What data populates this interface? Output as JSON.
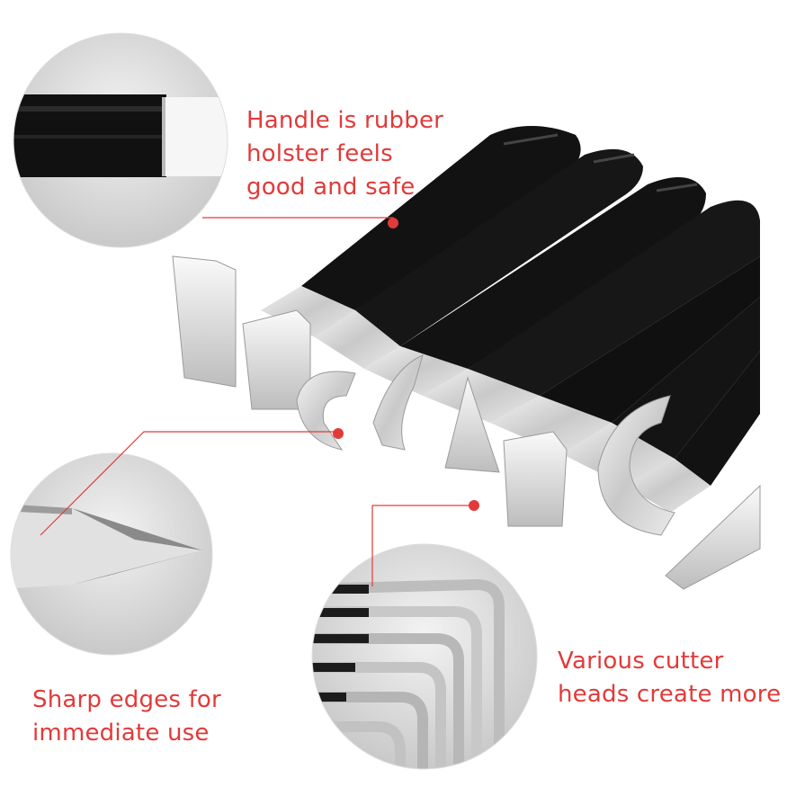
{
  "captions": {
    "handle": {
      "line1": "Handle is rubber",
      "line2": "holster feels",
      "line3": "good and safe"
    },
    "edges": {
      "line1": "Sharp edges for",
      "line2": "immediate use"
    },
    "heads": {
      "line1": "Various cutter",
      "line2": "heads create more"
    }
  },
  "colors": {
    "accent": "#e23a3a",
    "handle": "#141414",
    "steel": "#d4d4d4"
  }
}
